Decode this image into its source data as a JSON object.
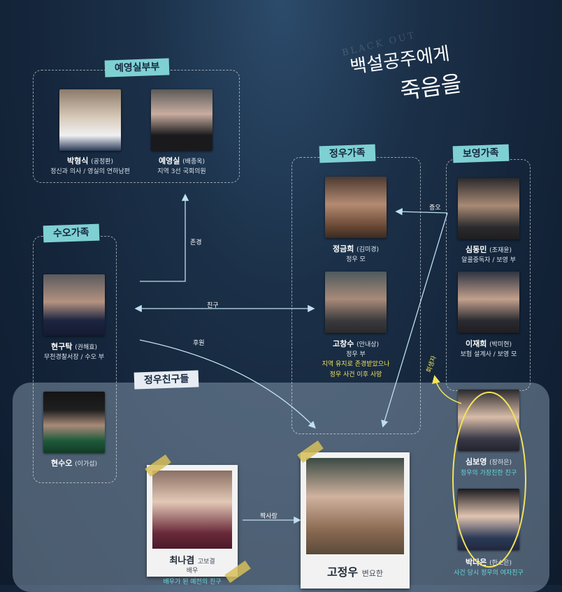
{
  "title": {
    "line1": "백설공주에게",
    "line2": "죽음을",
    "watermark": "BLACK OUT"
  },
  "groups": {
    "yeyoungsil": "예영실부부",
    "jungwoo": "정우가족",
    "boyoung": "보영가족",
    "suo": "수오가족",
    "friends": "정우친구들"
  },
  "people": {
    "park_hyungsik": {
      "name": "박형식",
      "actor": "(공정환)",
      "role": "정신과 의사 / 영실의 연하남편"
    },
    "ye_youngsil": {
      "name": "예영실",
      "actor": "(배종옥)",
      "role": "지역 3선 국회의원"
    },
    "jung_geumhee": {
      "name": "정금희",
      "actor": "(김미경)",
      "role": "정우 모"
    },
    "go_changsu": {
      "name": "고창수",
      "actor": "(안내상)",
      "role": "정우 부",
      "note1": "지역 유지로 존경받았으나",
      "note2": "정우 사건 이후 사망"
    },
    "sim_dongmin": {
      "name": "심동민",
      "actor": "(조재윤)",
      "role": "알콜중독자 / 보영 부"
    },
    "lee_jaehee": {
      "name": "이재희",
      "actor": "(박미현)",
      "role": "보험 설계사 / 보영 모"
    },
    "hyun_gutak": {
      "name": "현구탁",
      "actor": "(권해효)",
      "role": "무천경찰서장 / 수오 부"
    },
    "hyun_suo": {
      "name": "현수오",
      "actor": "(이가섭)"
    },
    "sim_boyoung": {
      "name": "심보영",
      "actor": "(장하은)",
      "note": "정우의 가장친한 친구"
    },
    "park_daeun": {
      "name": "박다은",
      "actor": "(한소은)",
      "note": "사건 당시 정우의 여자친구"
    },
    "choi_nagyeom": {
      "name": "최나겸",
      "actor": "고보결",
      "role": "배우",
      "note": "배우가 된 예전의 친구"
    },
    "go_jungwoo": {
      "name": "고정우",
      "actor": "변요한"
    }
  },
  "relations": {
    "respect": "존경",
    "friend": "친구",
    "sponsor": "후원",
    "hate": "증오",
    "crush": "짝사랑",
    "revived": "회생자"
  },
  "colors": {
    "tag": "#7fd0d3",
    "accent_yellow": "#f3e35a",
    "arrow": "#bfe0ec"
  }
}
